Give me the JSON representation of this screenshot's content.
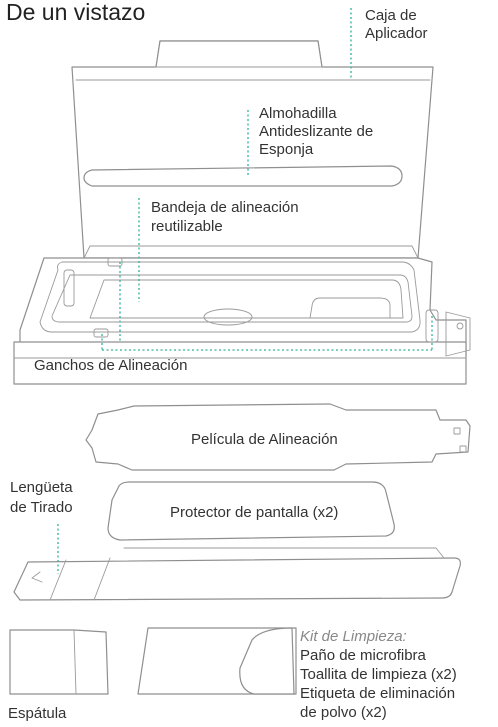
{
  "title": "De un vistazo",
  "labels": {
    "caja": [
      "Caja de",
      "Aplicador"
    ],
    "almohadilla": [
      "Almohadilla",
      "Antideslizante de",
      "Esponja"
    ],
    "bandeja": [
      "Bandeja de alineación",
      "reutilizable"
    ],
    "ganchos": "Ganchos de Alineación",
    "pelicula": "Película de Alineación",
    "protector": "Protector de pantalla (x2)",
    "lenguetа_placeholder": null,
    "lengueta": [
      "Lengüeta",
      "de Tirado"
    ],
    "espatula": "Espátula"
  },
  "kit": {
    "heading": "Kit de Limpieza:",
    "items": [
      "Paño de microfibra",
      "Toallita de limpieza (x2)",
      "Etiqueta de eliminación",
      "de polvo (x2)"
    ]
  },
  "colors": {
    "leader": "#2fb39a",
    "outline": "#8f8f8f",
    "text": "#333333",
    "kit_heading": "#888888"
  }
}
